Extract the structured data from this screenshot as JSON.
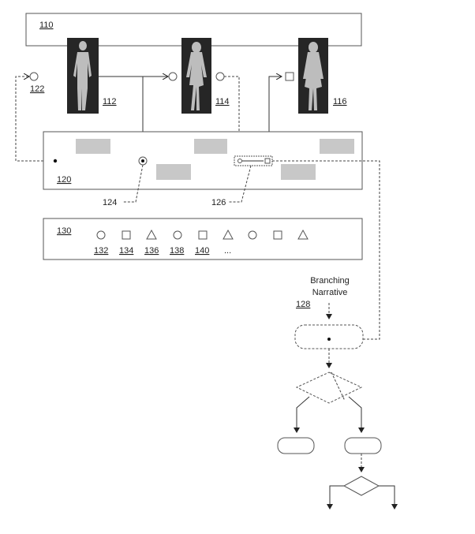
{
  "labels": {
    "l110": "110",
    "l112": "112",
    "l114": "114",
    "l116": "116",
    "l120": "120",
    "l122": "122",
    "l124": "124",
    "l126": "126",
    "l128": "128",
    "l130": "130",
    "l132": "132",
    "l134": "134",
    "l136": "136",
    "l138": "138",
    "l140": "140",
    "ellipsis": "...",
    "branching_line1": "Branching",
    "branching_line2": "Narrative"
  },
  "palette": {
    "stroke": "#333333",
    "panel_fill": "#c8c8c8",
    "figure_bg": "#262626",
    "figure_silhouette": "#bdbdbd"
  },
  "symbols": [
    "circle",
    "square",
    "triangle",
    "circle",
    "square",
    "triangle",
    "circle",
    "square",
    "triangle"
  ]
}
